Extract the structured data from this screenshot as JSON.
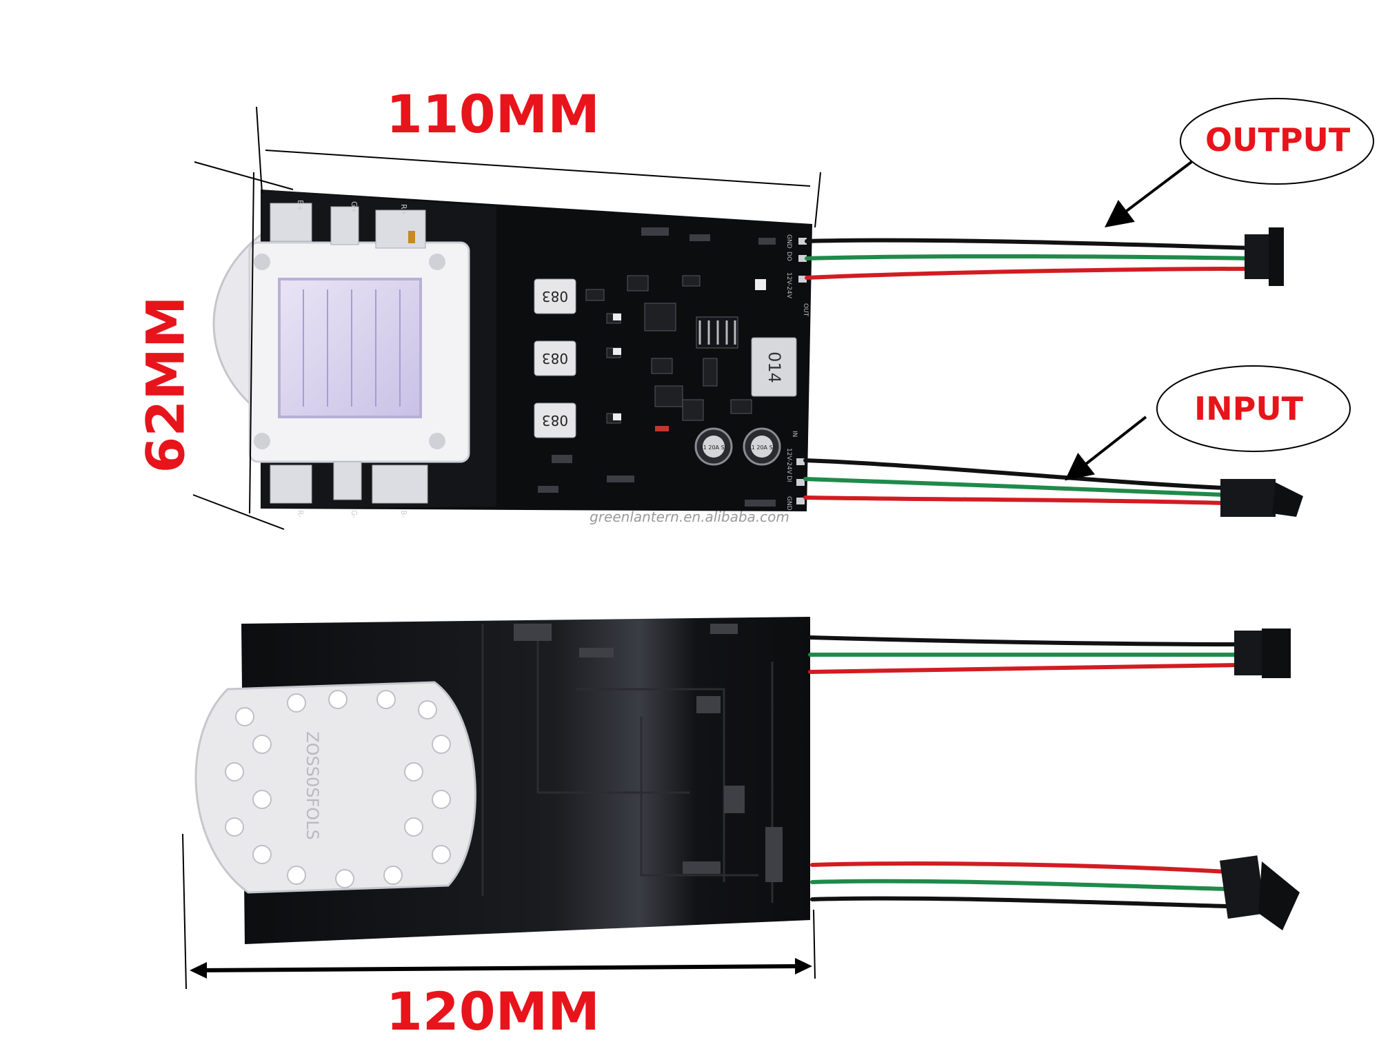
{
  "dimensions": {
    "length_top": "110MM",
    "width": "62MM",
    "length_bottom": "120MM"
  },
  "callouts": {
    "output": "OUTPUT",
    "input": "INPUT"
  },
  "watermark": "greenlantern.en.alibaba.com",
  "inductor_labels": [
    "083",
    "083",
    "083"
  ],
  "power_inductor_label": "014",
  "capacitor_label": "A1 20A SS",
  "led_back_marking": "ZOSS0SFOLS",
  "pad_labels": {
    "top_row": [
      "B+",
      "G+",
      "R+"
    ],
    "bottom_row": [
      "R-",
      "G-",
      "B-"
    ],
    "output_pins": [
      "GND",
      "DO",
      "12V-24V",
      "OUT"
    ],
    "input_pins": [
      "IN",
      "12V-24V",
      "DI",
      "GND"
    ]
  },
  "colors": {
    "annotation_red": "#e8141b",
    "pcb_black": "#0c0d0f",
    "wire_red": "#d21c22",
    "wire_green": "#1f8a4a",
    "wire_dark": "#111111"
  }
}
